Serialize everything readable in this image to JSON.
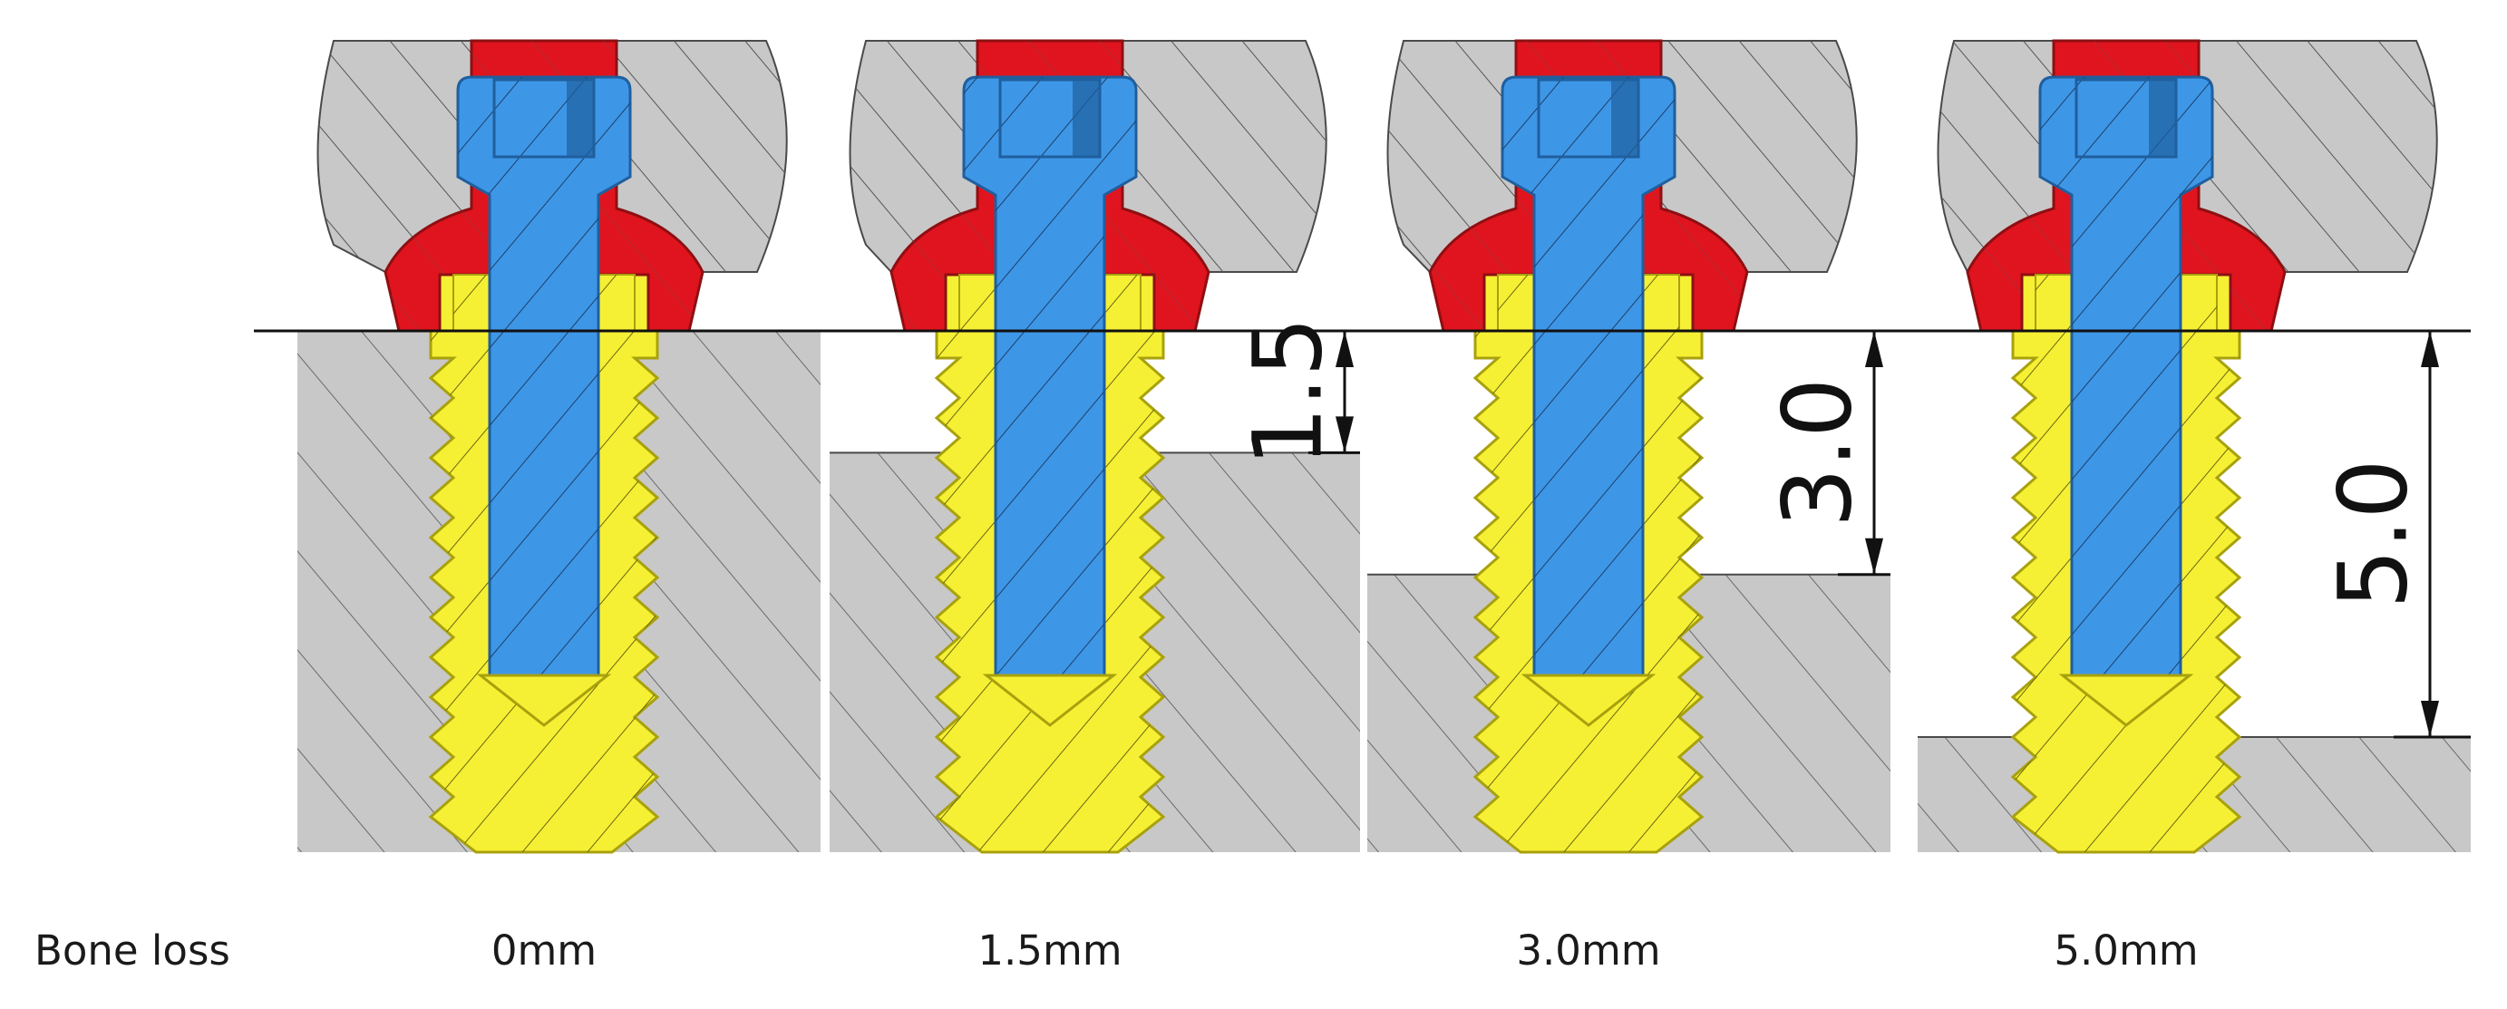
{
  "colors": {
    "bone": "#c8c8c8",
    "bone_outline": "#4a4a4a",
    "abutment": "#e0141e",
    "abutment_dark": "#8e0f12",
    "screw": "#3e96e6",
    "screw_dark": "#1f5f9e",
    "implant": "#f6f034",
    "implant_dark": "#a8a10d",
    "hatch": "#3a3a3a",
    "line": "#111111"
  },
  "row_label": "Bone loss",
  "panels": [
    {
      "name": "panel-0mm",
      "label": "0mm",
      "bone_loss_mm": 0
    },
    {
      "name": "panel-1-5mm",
      "label": "1.5mm",
      "bone_loss_mm": 1.5,
      "dimension_label": "1.5"
    },
    {
      "name": "panel-3-0mm",
      "label": "3.0mm",
      "bone_loss_mm": 3.0,
      "dimension_label": "3.0"
    },
    {
      "name": "panel-5-0mm",
      "label": "5.0mm",
      "bone_loss_mm": 5.0,
      "dimension_label": "5.0"
    }
  ]
}
